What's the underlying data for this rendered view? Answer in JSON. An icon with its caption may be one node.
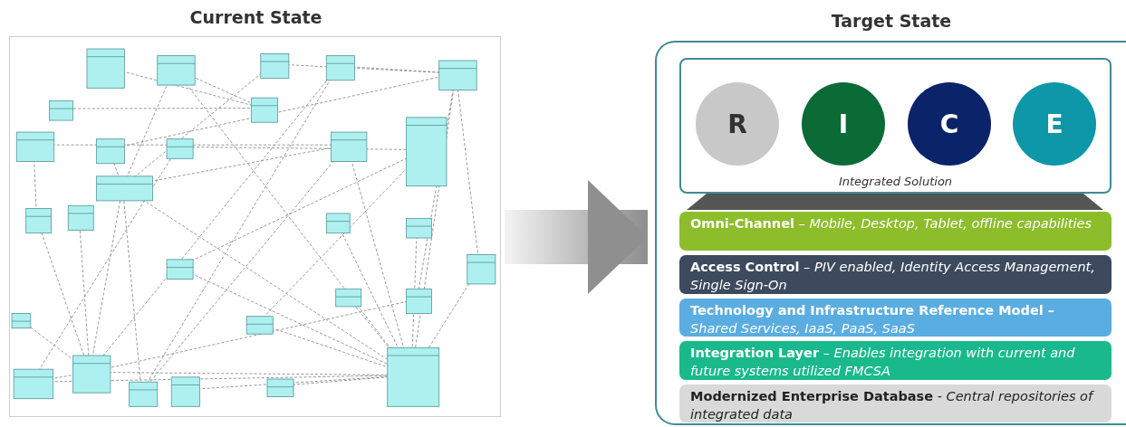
{
  "diagram": {
    "nodes": [
      {
        "text": [
          "Current State"
        ]
      },
      {
        "text": [
          "Target State"
        ]
      },
      {
        "text": [
          "Integrated Solution"
        ],
        "in": 1
      },
      {
        "text": [
          "R"
        ],
        "in": 2
      },
      {
        "text": [
          "I"
        ],
        "in": 2
      },
      {
        "text": [
          "C"
        ],
        "in": 2
      },
      {
        "text": [
          "E"
        ],
        "in": 2
      },
      {
        "text": [],
        "shape": "bar",
        "in": 1
      },
      {
        "text": [
          "**Omni-Channel** *– Mobile, Desktop, Tablet, offline capabilities*"
        ],
        "in": 1
      },
      {
        "text": [
          "**Access Control** *– PIV enabled, Identity Access Management, Single Sign-On*"
        ],
        "in": 1
      },
      {
        "text": [
          "**Technology and Infrastructure Reference Model –** *Shared Services, IaaS, PaaS, SaaS*"
        ],
        "in": 1
      },
      {
        "text": [
          "**Integration Layer** *– Enables integration with current and future systems utilized FMCSA*"
        ],
        "in": 1
      },
      {
        "text": [
          "**Modernized Enterprise Database** - *Central repositories of integrated data*"
        ],
        "in": 1
      }
    ],
    "edges": [
      {
        "from": 0,
        "to": 1,
        "arrow": "to"
      }
    ]
  }
}
